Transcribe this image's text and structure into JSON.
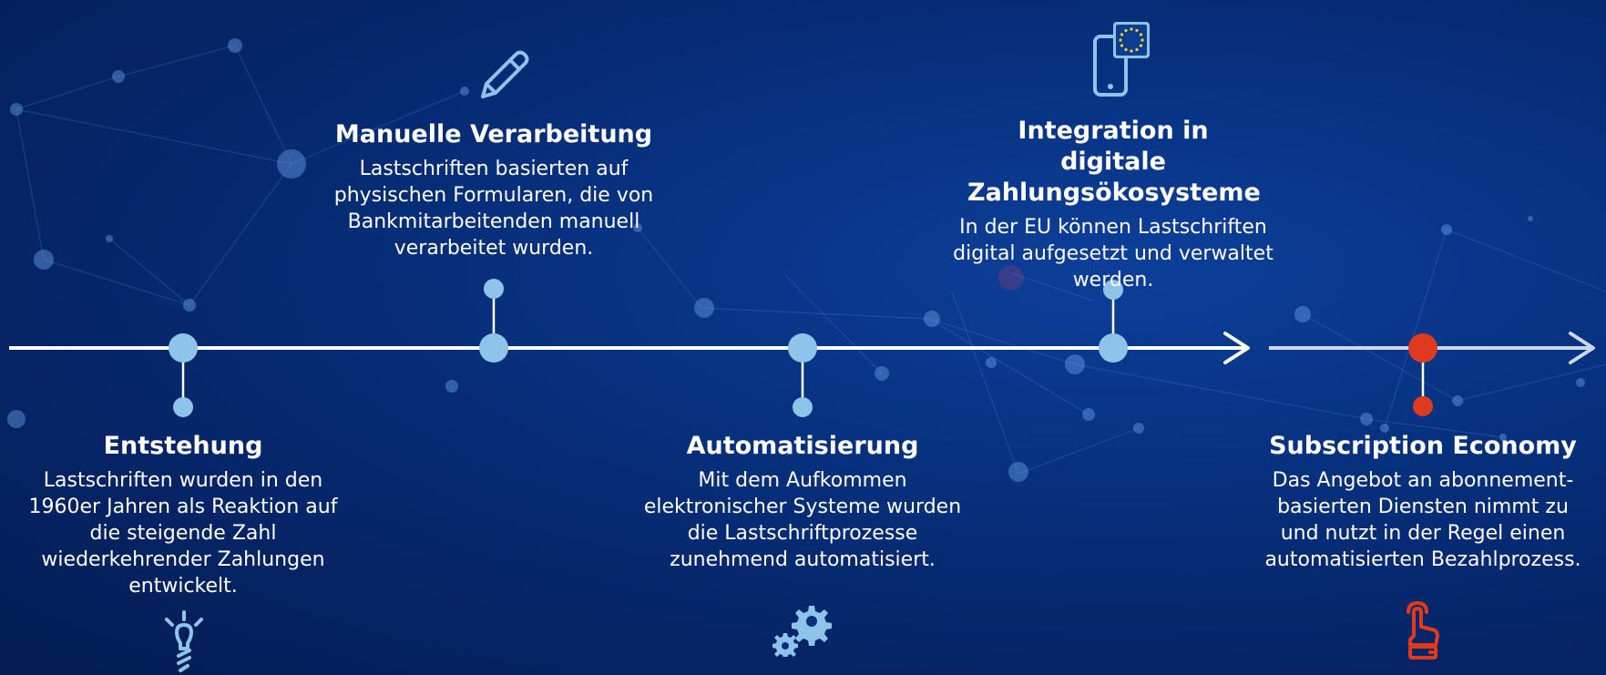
{
  "colors": {
    "accent": "#8ec3ea",
    "highlight": "#e03a1e",
    "line": "#ffffff",
    "line_future": "#cfd7e6",
    "background": "#07317f"
  },
  "events": [
    {
      "title": "Entstehung",
      "description": "Lastschriften wurden in den 1960er Jahren als Reaktion auf die steigende Zahl wiederkehrender Zahlungen entwickelt.",
      "icon": "lightbulb-icon"
    },
    {
      "title": "Manuelle Verarbeitung",
      "description": "Lastschriften basierten auf physischen Formularen, die von Bankmitarbeitenden manuell verarbeitet wurden.",
      "icon": "pencil-icon"
    },
    {
      "title": "Automatisierung",
      "description": "Mit dem Aufkommen elektronischer Systeme wurden die Lastschriftprozesse zunehmend automatisiert.",
      "icon": "gears-icon"
    },
    {
      "title": "Integration in digitale Zahlungsökosysteme",
      "description": "In der EU können Lastschriften digital aufgesetzt und verwaltet werden.",
      "icon": "eu-phone-icon"
    },
    {
      "title": "Subscription Economy",
      "description": "Das Angebot an abonnement-basierten Diensten nimmt zu und nutzt in der Regel einen automatisierten Bezahlprozess.",
      "icon": "pointing-hand-icon"
    }
  ]
}
